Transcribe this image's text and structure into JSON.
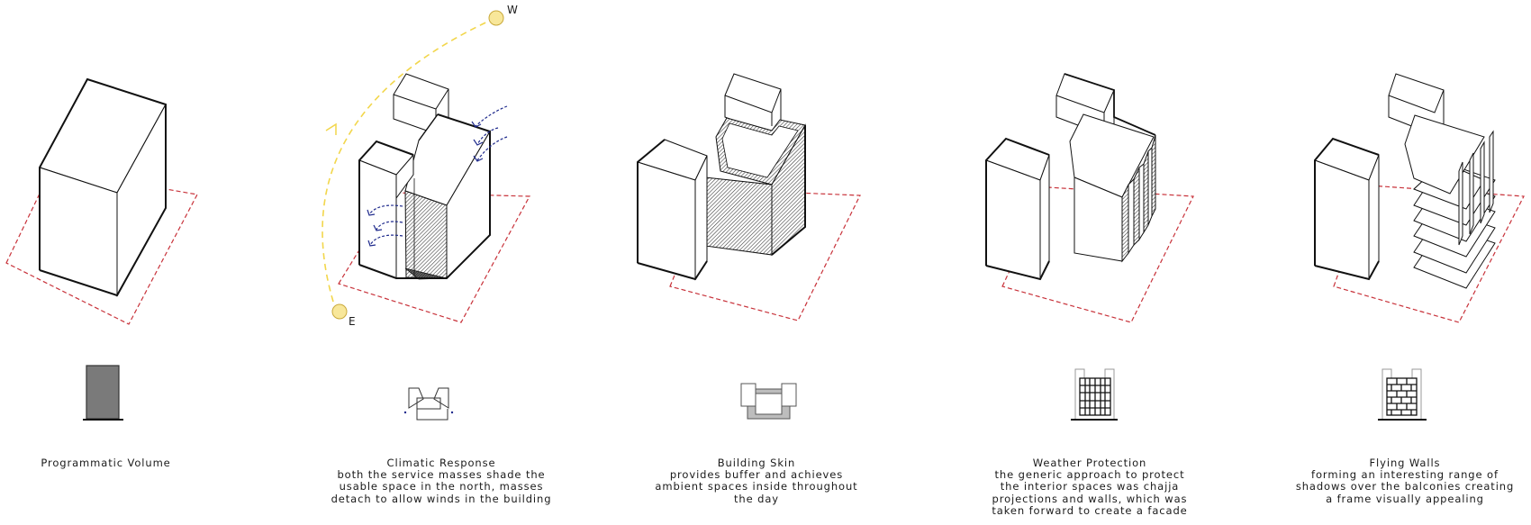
{
  "colors": {
    "outline": "#111111",
    "site_boundary": "#c8323a",
    "sun_path": "#f2d64b",
    "sun_fill": "#f8e79a",
    "wind": "#1f2a8c",
    "solid_fill": "#7a7a7a",
    "skin_fill": "#bdbdbd"
  },
  "panels": [
    {
      "id": "programmatic-volume",
      "title": "Programmatic Volume",
      "lines": [],
      "plan_icon": "solid-block-icon"
    },
    {
      "id": "climatic-response",
      "title": "Climatic Response",
      "lines": [
        "both the service masses shade the",
        "usable space in the north, masses",
        "detach to allow winds in the building"
      ],
      "plan_icon": "u-shaped-plan-with-wind-icon",
      "sun_labels": {
        "east": "E",
        "west": "W"
      }
    },
    {
      "id": "building-skin",
      "title": "Building Skin",
      "lines": [
        "provides buffer and achieves",
        "ambient spaces inside throughout",
        "the day"
      ],
      "plan_icon": "plan-with-skin-buffer-icon"
    },
    {
      "id": "weather-protection",
      "title": "Weather Protection",
      "lines": [
        "the generic approach to protect",
        "the interior spaces was chajja",
        "projections and walls, which was",
        "taken forward to create a facade"
      ],
      "plan_icon": "grid-facade-elevation-icon"
    },
    {
      "id": "flying-walls",
      "title": "Flying Walls",
      "lines": [
        "forming an interesting range of",
        "shadows over the balconies creating",
        "a frame visually appealing"
      ],
      "plan_icon": "brick-facade-elevation-icon"
    }
  ]
}
